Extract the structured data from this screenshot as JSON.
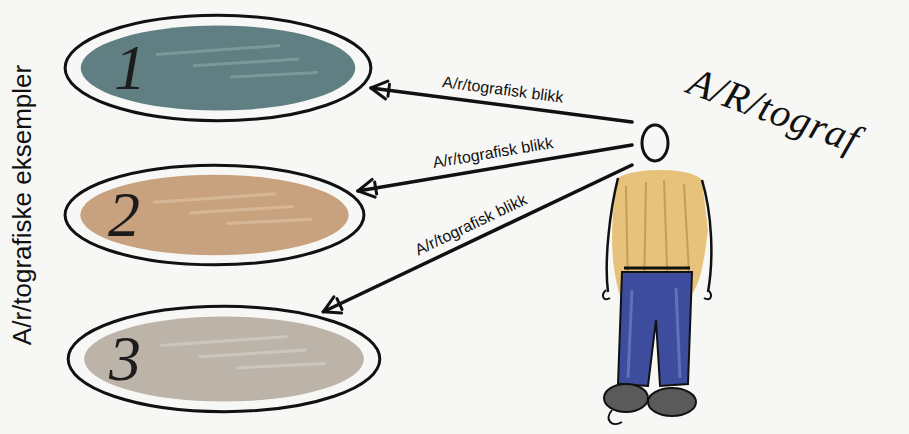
{
  "diagram": {
    "nodes": [
      {
        "text": [
          "1"
        ]
      },
      {
        "text": [
          "2"
        ]
      },
      {
        "text": [
          "3"
        ]
      },
      {
        "text": [
          "A/R/tograf"
        ]
      }
    ],
    "edges": [
      {
        "from": 3,
        "to": 0,
        "arrow": "to",
        "label": "A/r/tografisk blikk"
      },
      {
        "from": 3,
        "to": 1,
        "arrow": "to",
        "label": "A/r/tografisk blikk"
      },
      {
        "from": 3,
        "to": 2,
        "arrow": "to",
        "label": "A/r/tografisk blikk"
      }
    ],
    "labels": [
      "A/r/tografiske eksempler"
    ]
  }
}
